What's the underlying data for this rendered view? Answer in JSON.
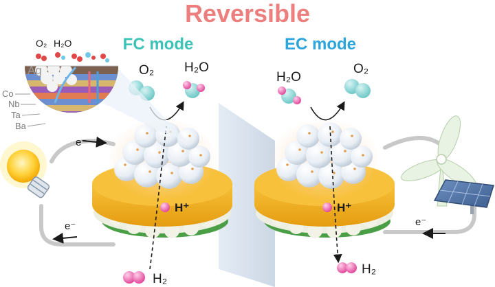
{
  "title": "Reversible",
  "modes": {
    "fc": "FC mode",
    "ec": "EC mode"
  },
  "fc": {
    "reactant": "O₂",
    "product": "H₂O",
    "fuel": "H₂",
    "proton": "H⁺",
    "electron_top": "e⁻",
    "electron_bottom": "e⁻"
  },
  "ec": {
    "reactant": "H₂O",
    "product": "O₂",
    "fuel": "H₂",
    "proton": "H⁺",
    "electron": "e⁻"
  },
  "inset": {
    "o2": "O₂",
    "h2o": "H₂O",
    "ag": "Ag",
    "co": "Co",
    "nb": "Nb",
    "ta": "Ta",
    "ba": "Ba"
  },
  "colors": {
    "title": "#ec7f7d",
    "fc_mode": "#3cc2b6",
    "ec_mode": "#2ba5db",
    "oxygen": "#7fd3d3",
    "hydrogen": "#e95aa8",
    "disc": "#f2b21c",
    "bulb": "#ffd23a"
  },
  "icons": [
    "light-bulb-icon",
    "wind-turbine-icon",
    "solar-panel-icon"
  ]
}
